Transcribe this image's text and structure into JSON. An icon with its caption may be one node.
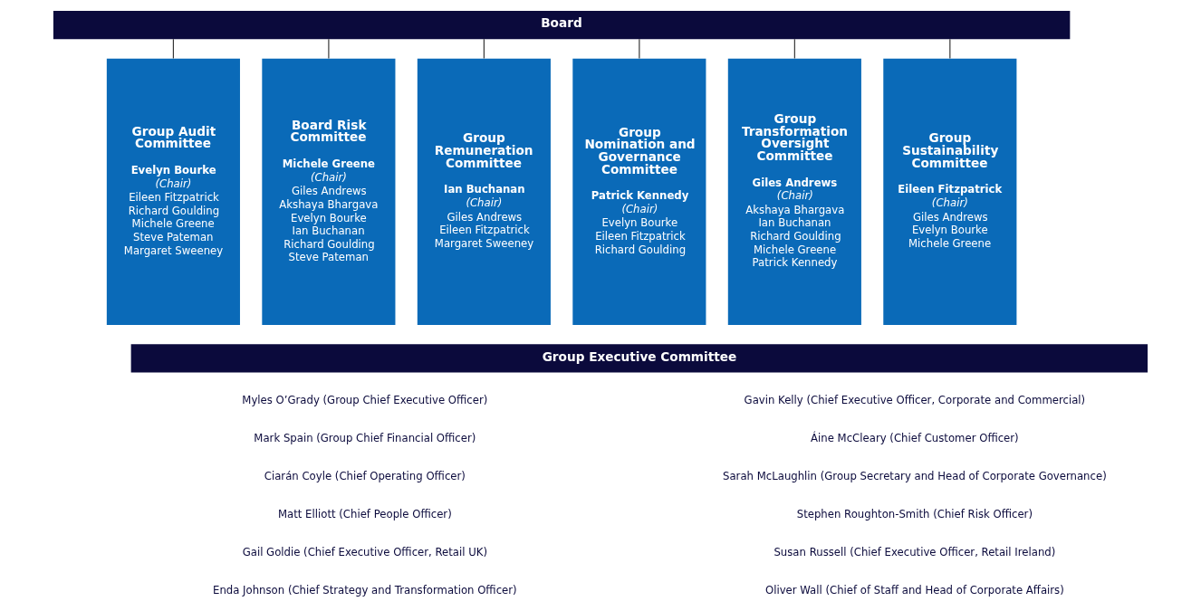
{
  "diagram": {
    "nodes": [
      {
        "text": [
          "Board"
        ]
      },
      {
        "text": [
          "Group Audit Committee",
          "Evelyn Bourke",
          "(Chair)",
          "Eileen Fitzpatrick",
          "Richard Goulding",
          "Michele Greene",
          "Steve Pateman",
          "Margaret Sweeney"
        ]
      },
      {
        "text": [
          "Board Risk Committee",
          "Michele Greene",
          "(Chair)",
          "Giles Andrews",
          "Akshaya Bhargava",
          "Evelyn Bourke",
          "Ian Buchanan",
          "Richard Goulding",
          "Steve Pateman"
        ]
      },
      {
        "text": [
          "Group Remuneration Committee",
          "Ian Buchanan",
          "(Chair)",
          "Giles Andrews",
          "Eileen Fitzpatrick",
          "Margaret Sweeney"
        ]
      },
      {
        "text": [
          "Group Nomination and Governance Committee",
          "Patrick Kennedy",
          "(Chair)",
          "Evelyn Bourke",
          "Eileen Fitzpatrick",
          "Richard Goulding"
        ]
      },
      {
        "text": [
          "Group Transformation Oversight Committee",
          "Giles Andrews",
          "(Chair)",
          "Akshaya Bhargava",
          "Ian Buchanan",
          "Richard Goulding",
          "Michele Greene",
          "Patrick Kennedy"
        ]
      },
      {
        "text": [
          "Group Sustainability Committee",
          "Eileen Fitzpatrick",
          "(Chair)",
          "Giles Andrews",
          "Evelyn Bourke",
          "Michele Greene"
        ]
      },
      {
        "text": [
          "Group Executive Committee"
        ]
      }
    ],
    "edges": [
      {
        "from": 0,
        "to": 1,
        "arrow": "none"
      },
      {
        "from": 0,
        "to": 2,
        "arrow": "none"
      },
      {
        "from": 0,
        "to": 3,
        "arrow": "none"
      },
      {
        "from": 0,
        "to": 4,
        "arrow": "none"
      },
      {
        "from": 0,
        "to": 5,
        "arrow": "none"
      },
      {
        "from": 0,
        "to": 6,
        "arrow": "none"
      }
    ],
    "labels": [
      "Myles O’Grady (Group Chief Executive Officer)",
      "Mark Spain (Group Chief Financial Officer)",
      "Ciarán Coyle (Chief Operating Officer)",
      "Matt Elliott (Chief People Officer)",
      "Gail Goldie (Chief Executive Officer, Retail UK)",
      "Enda Johnson (Chief Strategy and Transformation Officer)",
      "Gavin Kelly (Chief Executive Officer, Corporate and Commercial)",
      "Áine McCleary (Chief Customer Officer)",
      "Sarah McLaughlin (Group Secretary and Head of Corporate Governance)",
      "Stephen Roughton-Smith (Chief Risk Officer)",
      "Susan Russell (Chief Executive Officer, Retail Ireland)",
      "Oliver Wall (Chief of Staff and Head of Corporate Affairs)"
    ]
  }
}
